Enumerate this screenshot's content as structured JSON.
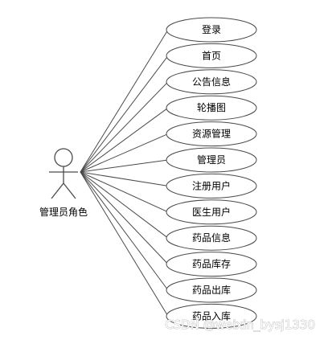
{
  "actor": {
    "label": "管理员角色"
  },
  "use_cases": [
    {
      "label": "登录"
    },
    {
      "label": "首页"
    },
    {
      "label": "公告信息"
    },
    {
      "label": "轮播图"
    },
    {
      "label": "资源管理"
    },
    {
      "label": "管理员"
    },
    {
      "label": "注册用户"
    },
    {
      "label": "医生用户"
    },
    {
      "label": "药品信息"
    },
    {
      "label": "药品库存"
    },
    {
      "label": "药品出库"
    },
    {
      "label": "药品入库"
    }
  ],
  "watermark": {
    "text": "CSDN @weixin_bysj1330"
  },
  "colors": {
    "ellipse_fill": "#ffffff",
    "stroke": "#4a4a4a",
    "text": "#000000"
  }
}
